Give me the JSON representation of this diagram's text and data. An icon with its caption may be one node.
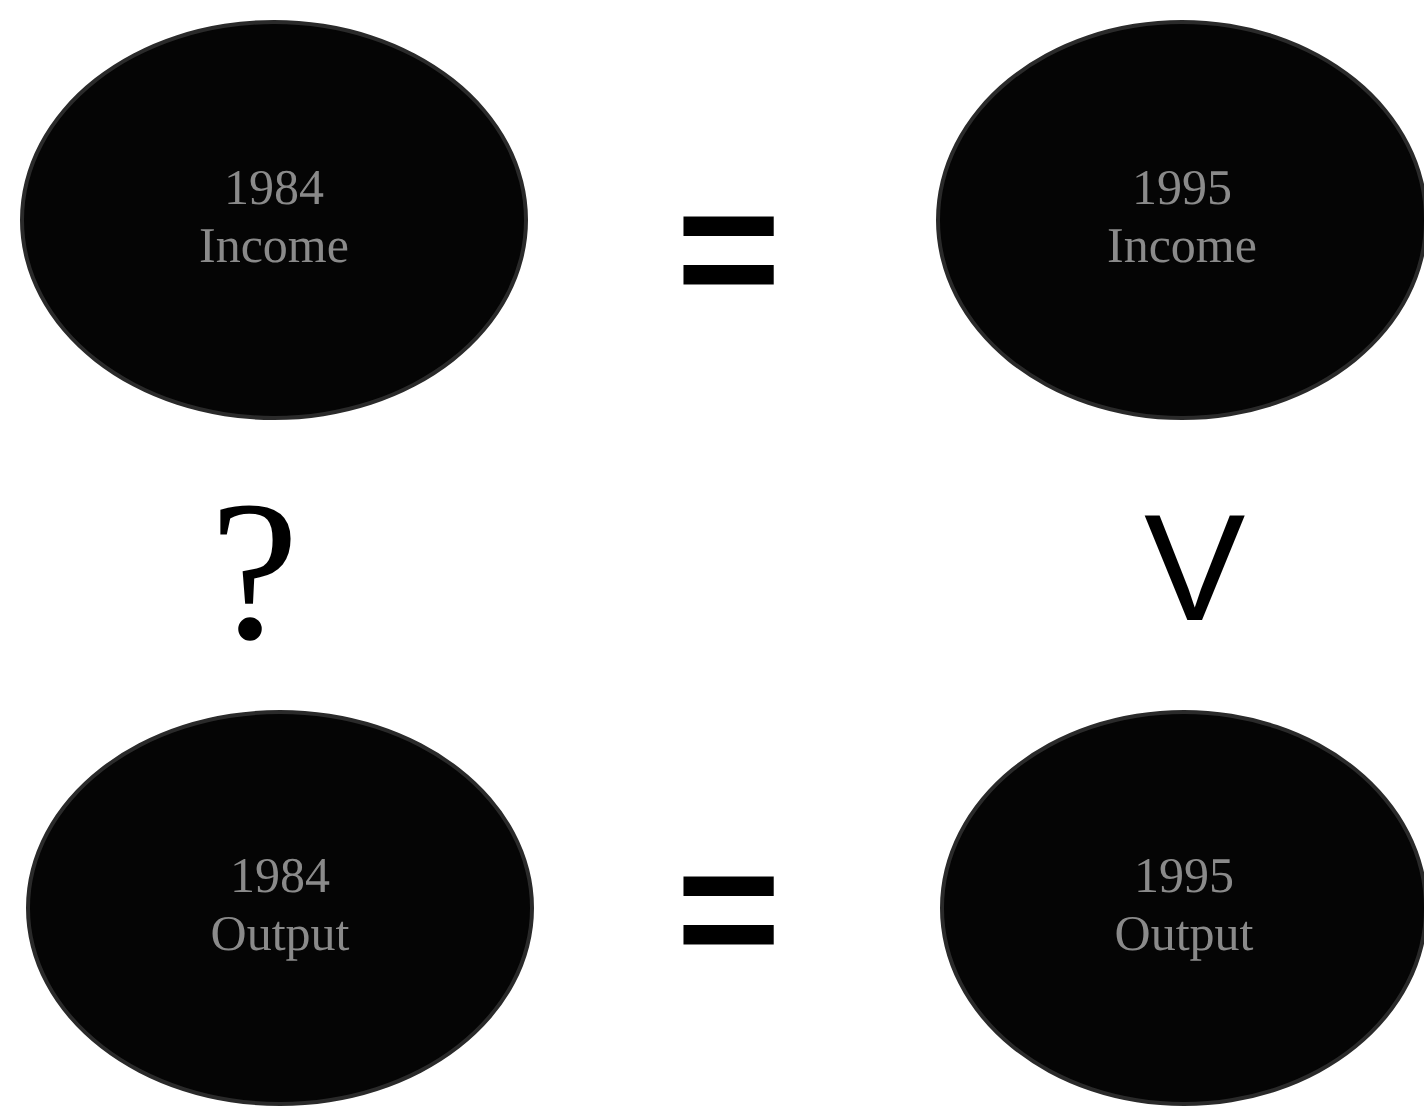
{
  "diagram": {
    "nodes": [
      {
        "text": [
          "1984",
          "Income"
        ]
      },
      {
        "text": [
          "1995",
          "Income"
        ]
      },
      {
        "text": [
          "1984",
          "Output"
        ]
      },
      {
        "text": [
          "1995",
          "Output"
        ]
      }
    ],
    "labels": [
      "=",
      "?",
      "V",
      "="
    ]
  }
}
